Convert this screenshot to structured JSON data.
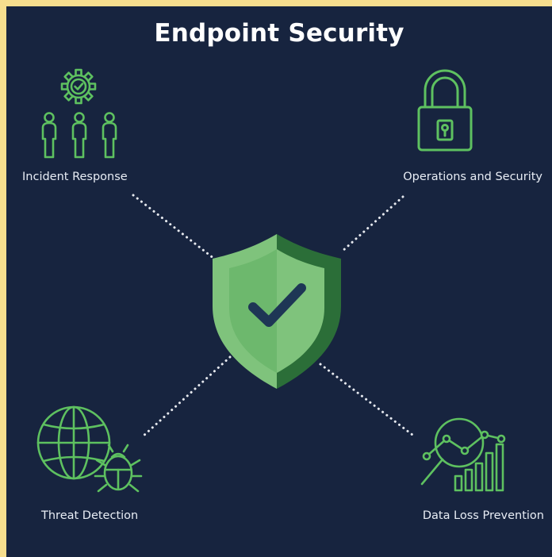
{
  "title": "Endpoint Security",
  "nodes": {
    "top_left": {
      "label": "Incident Response",
      "icon": "team-gear-check-icon"
    },
    "top_right": {
      "label": "Operations and Security",
      "icon": "padlock-icon"
    },
    "bottom_left": {
      "label": "Threat Detection",
      "icon": "globe-bug-icon"
    },
    "bottom_right": {
      "label": "Data Loss Prevention",
      "icon": "magnifier-chart-icon"
    }
  },
  "center": {
    "icon": "shield-check-icon"
  },
  "colors": {
    "background": "#17243f",
    "frame": "#f6de8e",
    "icon_green": "#5ec160",
    "shield_light": "#7fc37c",
    "shield_dark": "#2b6e38",
    "connector": "#e6e9ef"
  }
}
